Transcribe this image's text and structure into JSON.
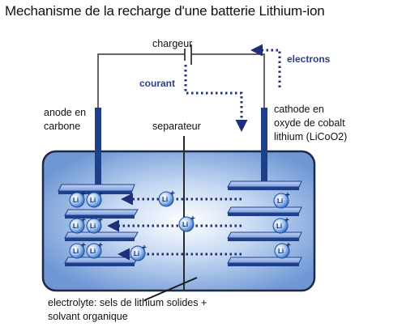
{
  "title": "Mechanisme de la recharge d'une batterie Lithium-ion",
  "labels": {
    "chargeur": "chargeur",
    "electrons": "electrons",
    "courant": "courant",
    "anode": "anode en\ncarbone",
    "separateur": "separateur",
    "cathode": "cathode en\noxyde de cobalt\nlithium (LiCoO2)",
    "electrolyte": "electrolyte: sels de lithium solides +\nsolvant organique"
  },
  "ion": {
    "symbol": "Li",
    "charge": "+"
  },
  "colors": {
    "cell_fill": "#7fa6dd",
    "cell_center": "#ffffff",
    "cell_border": "#1f2a44",
    "plate": "#1e3f8a",
    "plate_top": "#aac2ee",
    "arrow": "#1f2f7a",
    "label_blue": "#2a3f8f"
  }
}
